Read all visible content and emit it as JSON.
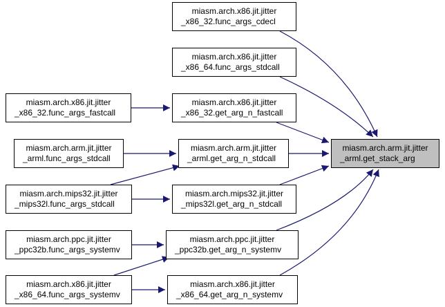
{
  "diagram": {
    "colors": {
      "edge": "#191970",
      "node_border": "#000000",
      "focus_fill": "#bfbfbf"
    },
    "focus": {
      "line1": "miasm.arch.arm.jit.jitter",
      "line2": "_arml.get_stack_arg"
    },
    "nodes": [
      {
        "line1": "miasm.arch.x86.jit.jitter",
        "line2": "_x86_32.func_args_cdecl"
      },
      {
        "line1": "miasm.arch.x86.jit.jitter",
        "line2": "_x86_64.func_args_stdcall"
      },
      {
        "line1": "miasm.arch.x86.jit.jitter",
        "line2": "_x86_32.get_arg_n_fastcall"
      },
      {
        "line1": "miasm.arch.x86.jit.jitter",
        "line2": "_x86_32.func_args_fastcall"
      },
      {
        "line1": "miasm.arch.arm.jit.jitter",
        "line2": "_arml.get_arg_n_stdcall"
      },
      {
        "line1": "miasm.arch.arm.jit.jitter",
        "line2": "_arml.func_args_stdcall"
      },
      {
        "line1": "miasm.arch.mips32.jit.jitter",
        "line2": "_mips32l.get_arg_n_stdcall"
      },
      {
        "line1": "miasm.arch.mips32.jit.jitter",
        "line2": "_mips32l.func_args_stdcall"
      },
      {
        "line1": "miasm.arch.ppc.jit.jitter",
        "line2": "_ppc32b.get_arg_n_systemv"
      },
      {
        "line1": "miasm.arch.ppc.jit.jitter",
        "line2": "_ppc32b.func_args_systemv"
      },
      {
        "line1": "miasm.arch.x86.jit.jitter",
        "line2": "_x86_64.get_arg_n_systemv"
      },
      {
        "line1": "miasm.arch.x86.jit.jitter",
        "line2": "_x86_64.func_args_systemv"
      }
    ]
  }
}
